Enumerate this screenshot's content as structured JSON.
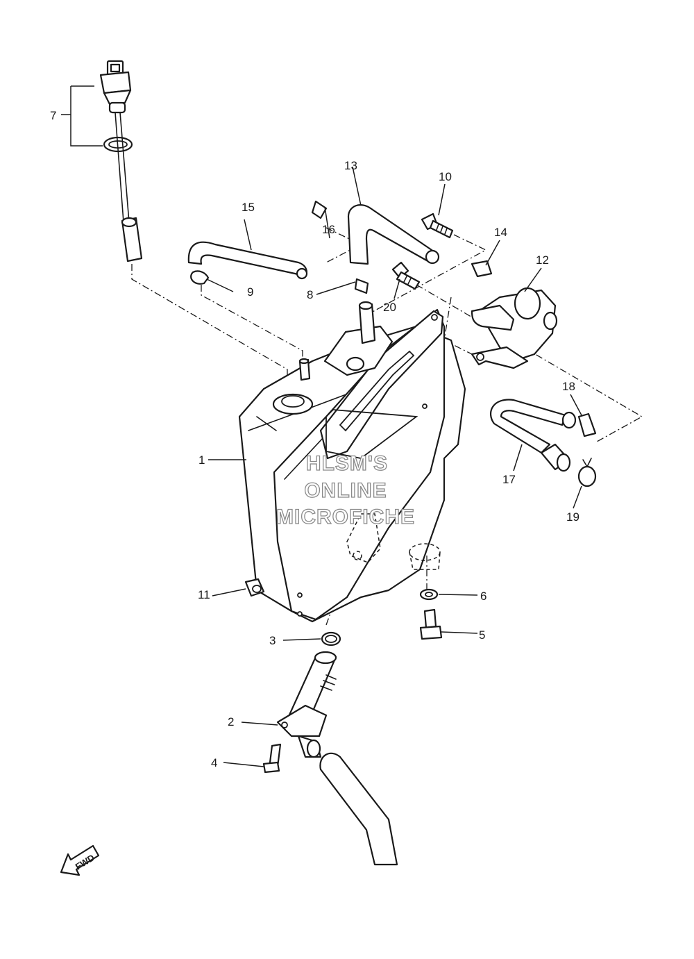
{
  "watermark": {
    "line1": "HLSM'S",
    "line2": "ONLINE",
    "line3": "MICROFICHE"
  },
  "direction_label": "FWD",
  "callouts": [
    "1",
    "2",
    "3",
    "4",
    "5",
    "6",
    "7",
    "8",
    "9",
    "10",
    "11",
    "12",
    "13",
    "14",
    "15",
    "16",
    "17",
    "18",
    "19",
    "20"
  ]
}
